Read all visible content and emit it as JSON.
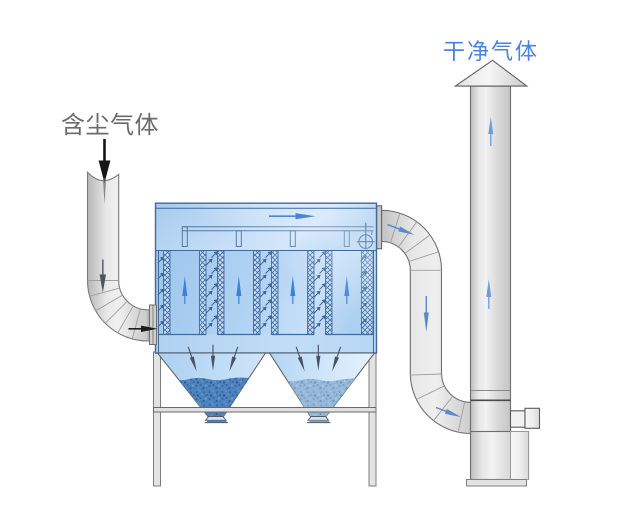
{
  "diagram": {
    "type": "process-schematic",
    "subject": "baghouse-dust-collector",
    "background": "#ffffff"
  },
  "labels": {
    "dusty_gas": "含尘气体",
    "clean_gas": "干净气体"
  },
  "colors": {
    "dusty_gas_label": "#6b6b6b",
    "clean_gas_label": "#4a82dd",
    "box_blue_fill": "#b3d4f2",
    "box_outline_blue": "#41699c",
    "flow_arrow_blue": "#4a86d8",
    "duct_gray": "#d9d9d9",
    "dust_material_dark": "#4d82bd",
    "dust_material_light": "#94b6d8",
    "black_arrow": "#161616"
  },
  "components": [
    "dusty-gas-inlet-duct",
    "baghouse-filter-chamber",
    "filter-bags",
    "clean-air-plenum",
    "purge-air-manifold",
    "valve-symbol",
    "dust-hoppers",
    "dust-material",
    "support-frame",
    "outlet-duct",
    "fan-housing",
    "fan-motor",
    "exhaust-stack",
    "stack-cone"
  ],
  "flow_arrows": {
    "inlet_down_black": 1,
    "inlet_pipe_down_gray": 1,
    "inlet_entry_right_black": 1,
    "plenum_right_blue": 1,
    "clean_cell_up_blue": 4,
    "bag_diagonal_blue": 45,
    "falling_dust_down": 6,
    "outlet_elbow_blue": 1,
    "outlet_duct_down_blue": 1,
    "fan_inlet_right_blue": 1,
    "stack_up_blue": 2
  },
  "filter_bank": {
    "filter_bag_strips": 8,
    "clean_gas_cells": 4,
    "hoppers": 2
  }
}
